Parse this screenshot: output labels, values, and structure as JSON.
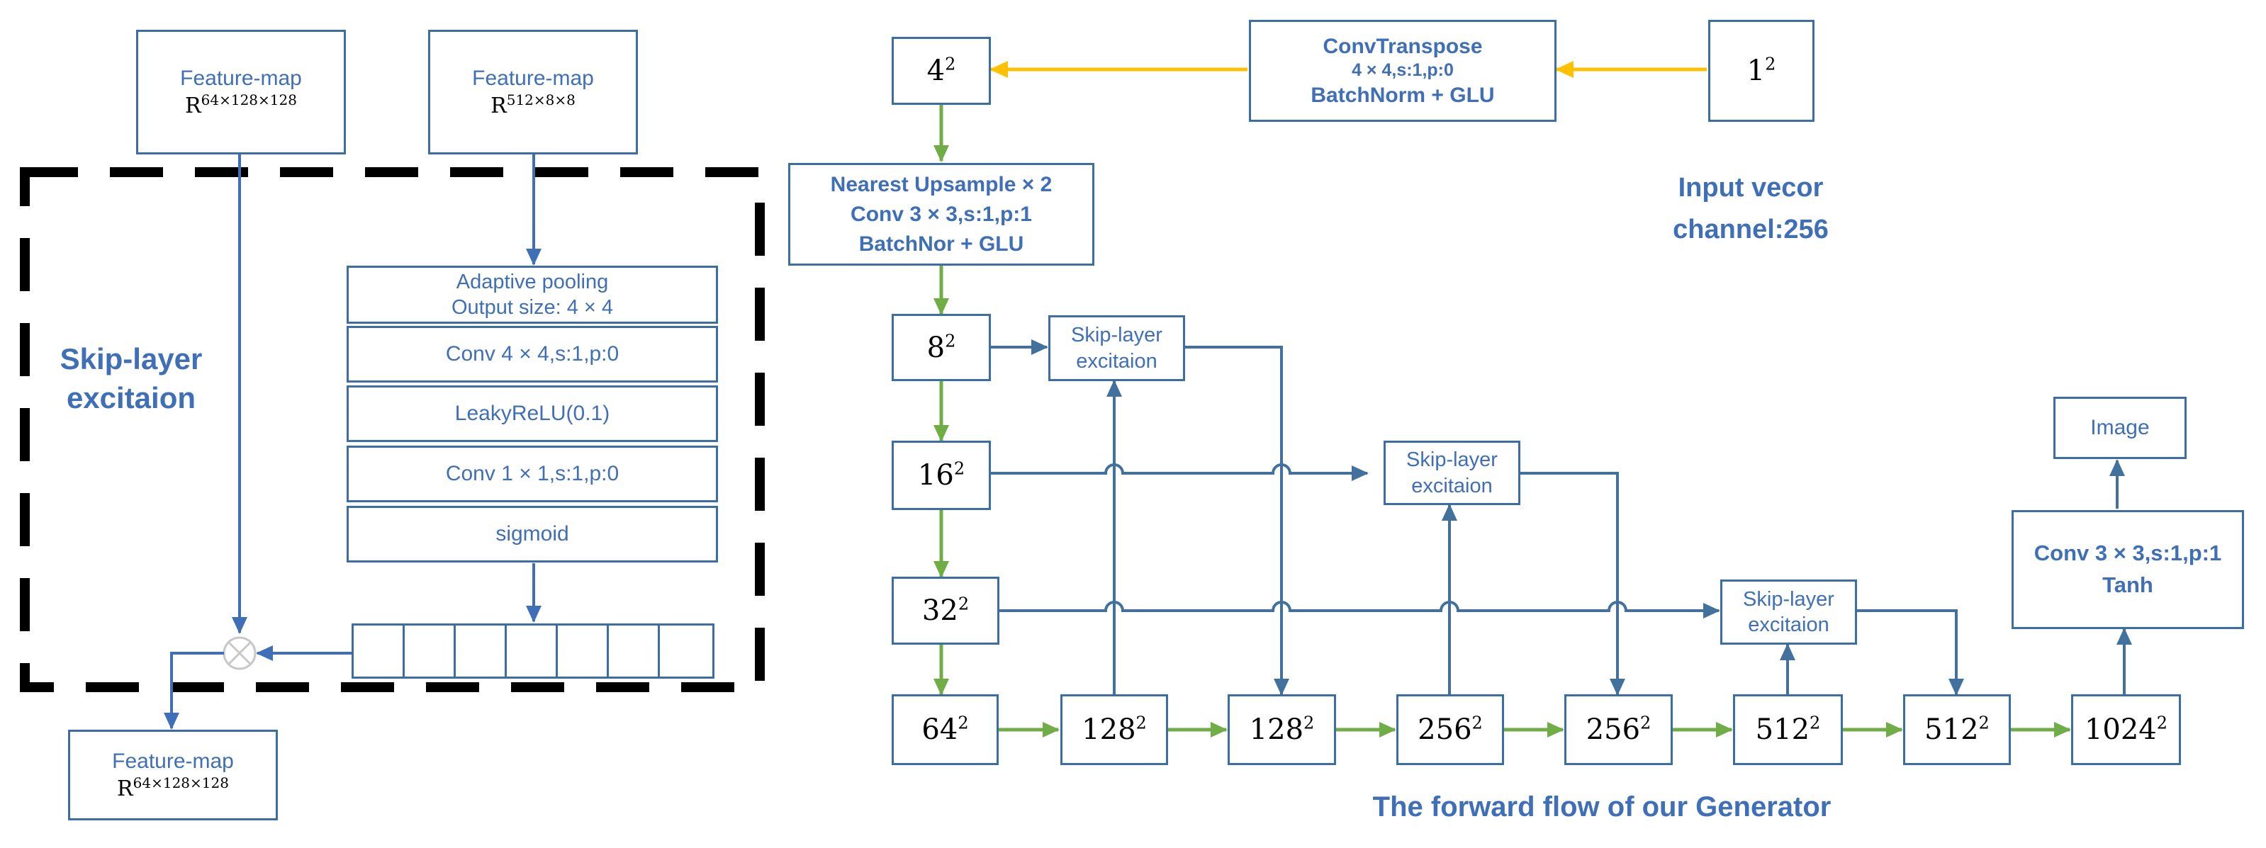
{
  "left_panel": {
    "input_a": {
      "title": "Feature-map",
      "math_base": "R",
      "math_sup": "64×128×128"
    },
    "input_b": {
      "title": "Feature-map",
      "math_base": "R",
      "math_sup": "512×8×8"
    },
    "module_label": [
      "Skip-layer",
      "excitaion"
    ],
    "pool_line1": "Adaptive pooling",
    "pool_line2": "Output size: 4 × 4",
    "conv4": "Conv 4 × 4,s:1,p:0",
    "leaky": "LeakyReLU(0.1)",
    "conv1": "Conv 1 × 1,s:1,p:0",
    "sigmoid": "sigmoid",
    "output": {
      "title": "Feature-map",
      "math_base": "R",
      "math_sup": "64×128×128"
    }
  },
  "generator": {
    "convtranspose": [
      "ConvTranspose",
      "4 × 4,s:1,p:0",
      "BatchNorm + GLU"
    ],
    "upsample": [
      "Nearest Upsample × 2",
      "Conv 3 × 3,s:1,p:1",
      "BatchNor + GLU"
    ],
    "input_vector": [
      "Input vecor",
      "channel:256"
    ],
    "resolutions": {
      "r1": {
        "base": "1",
        "sup": "2"
      },
      "r4": {
        "base": "4",
        "sup": "2"
      },
      "r8": {
        "base": "8",
        "sup": "2"
      },
      "r16": {
        "base": "16",
        "sup": "2"
      },
      "r32": {
        "base": "32",
        "sup": "2"
      },
      "r64": {
        "base": "64",
        "sup": "2"
      },
      "r128a": {
        "base": "128",
        "sup": "2"
      },
      "r128b": {
        "base": "128",
        "sup": "2"
      },
      "r256a": {
        "base": "256",
        "sup": "2"
      },
      "r256b": {
        "base": "256",
        "sup": "2"
      },
      "r512a": {
        "base": "512",
        "sup": "2"
      },
      "r512b": {
        "base": "512",
        "sup": "2"
      },
      "r1024": {
        "base": "1024",
        "sup": "2"
      }
    },
    "sle_1": [
      "Skip-layer",
      "excitaion"
    ],
    "sle_2": [
      "Skip-layer",
      "excitaion"
    ],
    "sle_3": [
      "Skip-layer",
      "excitaion"
    ],
    "final_conv": [
      "Conv 3 × 3,s:1,p:1",
      "Tanh"
    ],
    "image": "Image",
    "caption": "The forward flow of our Generator"
  },
  "colors": {
    "box_border": "#3b6ea5",
    "text_blue": "#3f6fb6",
    "green_arrow": "#70ad47",
    "orange_arrow": "#ffc000",
    "dark_arrow": "#41719c"
  }
}
